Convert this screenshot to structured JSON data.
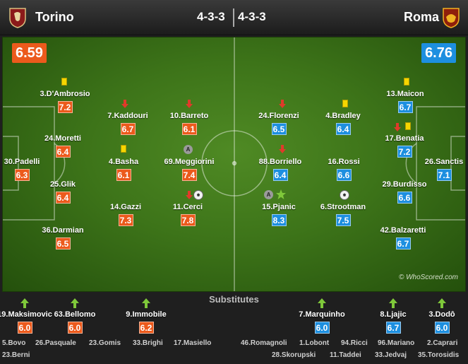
{
  "header": {
    "home_team": "Torino",
    "away_team": "Roma",
    "home_formation": "4-3-3",
    "away_formation": "4-3-3"
  },
  "ratings": {
    "home": "6.59",
    "away": "6.76"
  },
  "colors": {
    "home": "#ec5a1c",
    "away": "#1d8fe0",
    "yellow_card": "#f6d600",
    "sub_on": "#7fc83a",
    "sub_off": "#e03a2a"
  },
  "home_players": [
    {
      "name": "3.D'Ambrosio",
      "rating": "7.2"
    },
    {
      "name": "7.Kaddouri",
      "rating": "6.7"
    },
    {
      "name": "10.Barreto",
      "rating": "6.1"
    },
    {
      "name": "24.Moretti",
      "rating": "6.4"
    },
    {
      "name": "30.Padelli",
      "rating": "6.3"
    },
    {
      "name": "4.Basha",
      "rating": "6.1"
    },
    {
      "name": "69.Meggiorini",
      "rating": "7.4"
    },
    {
      "name": "25.Glik",
      "rating": "6.4"
    },
    {
      "name": "14.Gazzi",
      "rating": "7.3"
    },
    {
      "name": "11.Cerci",
      "rating": "7.8"
    },
    {
      "name": "36.Darmian",
      "rating": "6.5"
    }
  ],
  "away_players": [
    {
      "name": "13.Maicon",
      "rating": "6.7"
    },
    {
      "name": "24.Florenzi",
      "rating": "6.5"
    },
    {
      "name": "4.Bradley",
      "rating": "6.4"
    },
    {
      "name": "17.Benatia",
      "rating": "7.2"
    },
    {
      "name": "88.Borriello",
      "rating": "6.4"
    },
    {
      "name": "16.Rossi",
      "rating": "6.6"
    },
    {
      "name": "26.Sanctis",
      "rating": "7.1"
    },
    {
      "name": "29.Burdisso",
      "rating": "6.6"
    },
    {
      "name": "15.Pjanic",
      "rating": "8.3"
    },
    {
      "name": "6.Strootman",
      "rating": "7.5"
    },
    {
      "name": "42.Balzaretti",
      "rating": "6.7"
    }
  ],
  "icons": {
    "yellow_card": "yellow-card-icon",
    "sub_off": "sub-off-arrow-icon",
    "sub_on": "sub-on-arrow-icon",
    "captain": "A",
    "goal": "ball-icon",
    "man_of_match": "star-icon"
  },
  "watermark": "© WhoScored.com",
  "substitutes": {
    "title": "Substitutes",
    "home_used": [
      {
        "name": "19.Maksimovic",
        "rating": "6.0"
      },
      {
        "name": "63.Bellomo",
        "rating": "6.0"
      },
      {
        "name": "9.Immobile",
        "rating": "6.2"
      }
    ],
    "away_used": [
      {
        "name": "7.Marquinho",
        "rating": "6.0"
      },
      {
        "name": "8.Ljajic",
        "rating": "6.7"
      },
      {
        "name": "3.Dodô",
        "rating": "6.0"
      }
    ],
    "home_bench": [
      "5.Bovo",
      "26.Pasquale",
      "23.Gomis",
      "33.Brighi",
      "17.Masiello",
      "23.Berni"
    ],
    "away_bench": [
      "46.Romagnoli",
      "1.Lobont",
      "94.Ricci",
      "96.Mariano",
      "2.Caprari",
      "28.Skorupski",
      "11.Taddei",
      "33.Jedvaj",
      "35.Torosidis"
    ]
  }
}
